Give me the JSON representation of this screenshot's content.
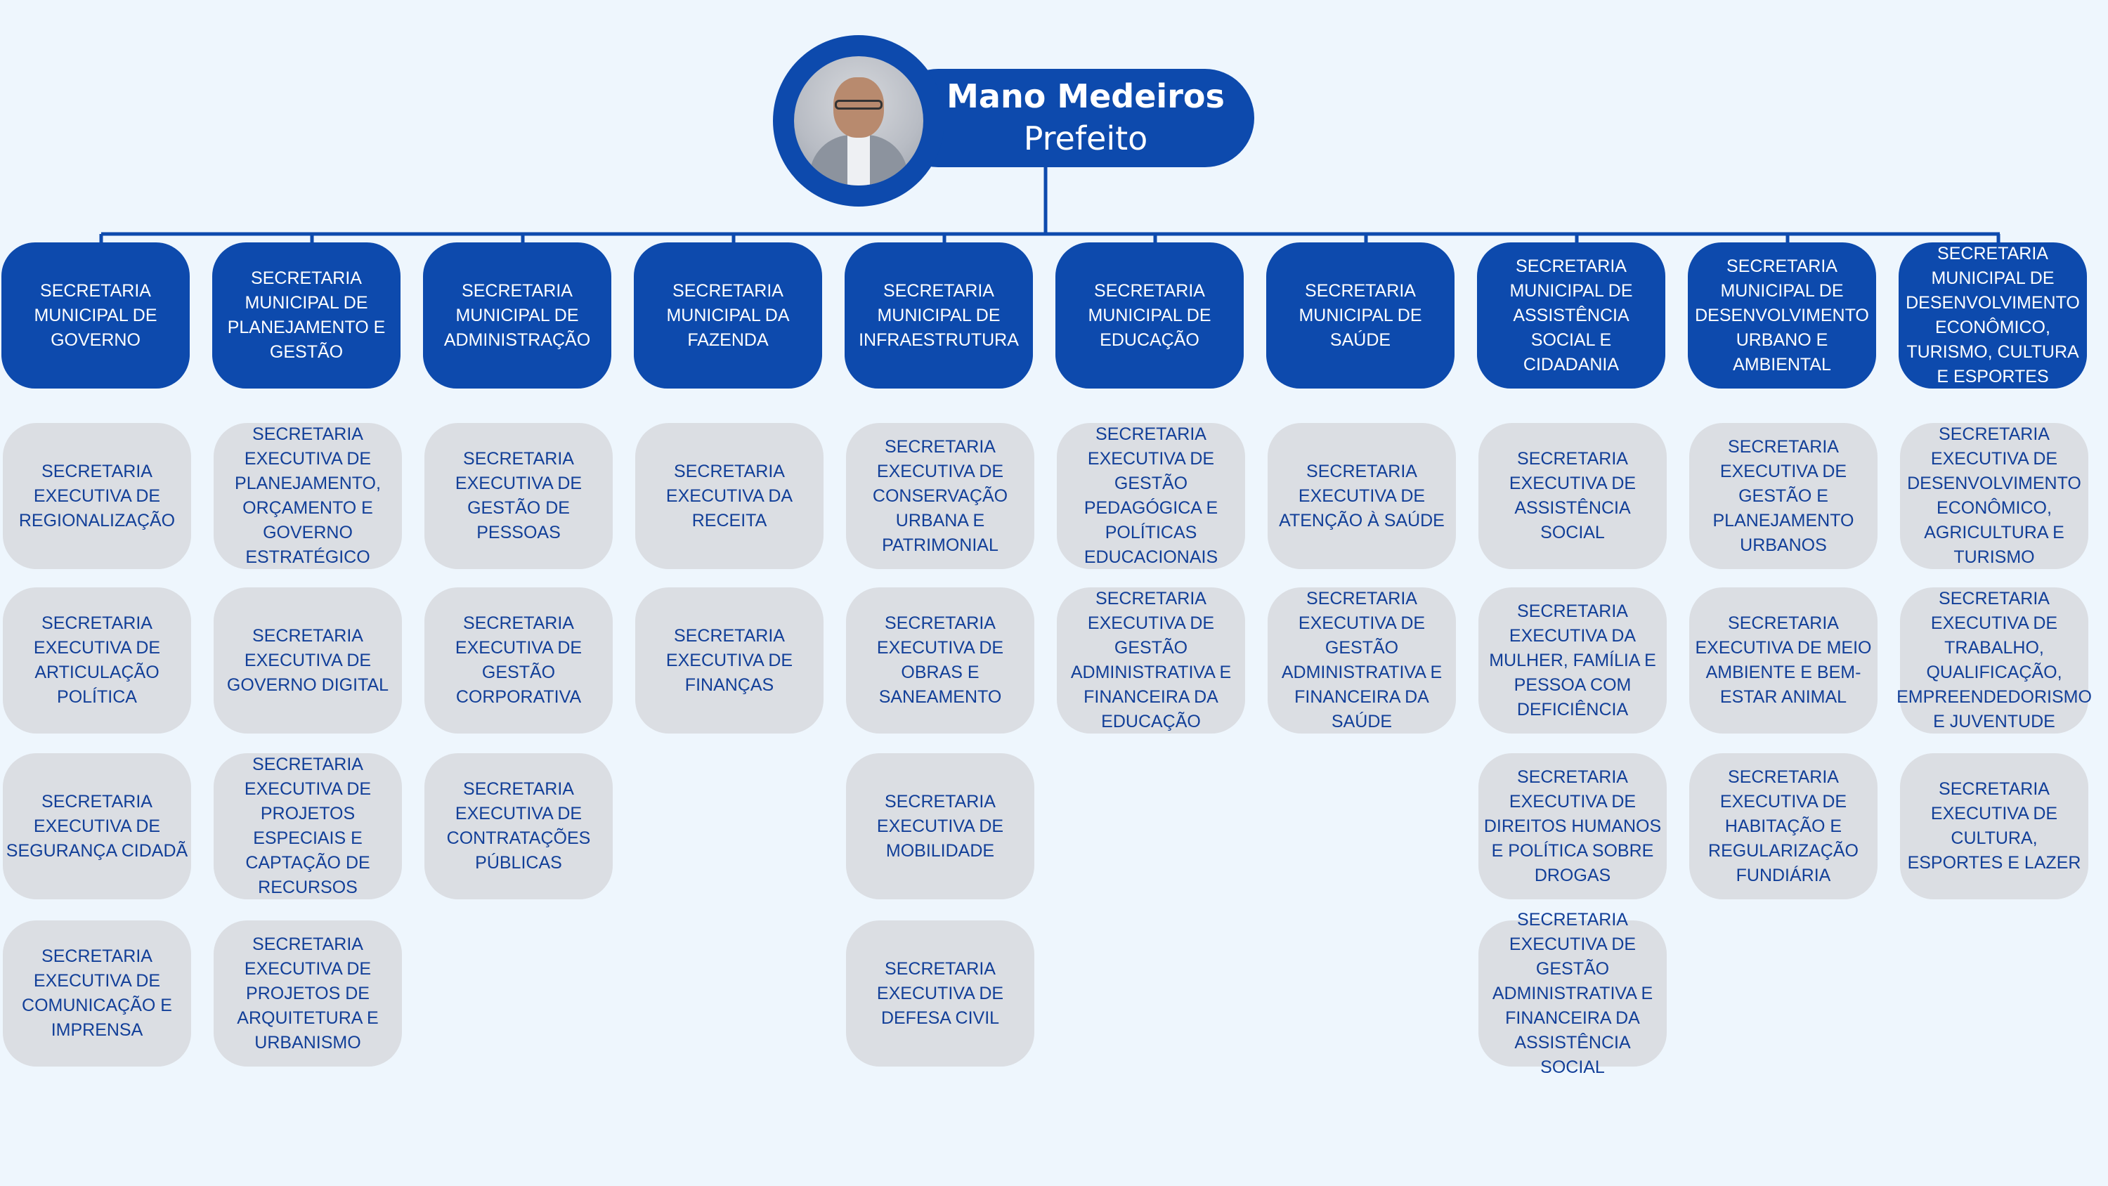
{
  "mayor": {
    "name": "Mano Medeiros",
    "title": "Prefeito"
  },
  "colors": {
    "primary": "#0d4aad",
    "sub_box": "#dbdee3",
    "sub_text": "#123f98",
    "background": "#eef6fd",
    "connector": "#0d4aad"
  },
  "columns": [
    {
      "secretariat": "SECRETARIA MUNICIPAL DE GOVERNO",
      "subs": [
        "SECRETARIA EXECUTIVA DE REGIONALIZAÇÃO",
        "SECRETARIA EXECUTIVA DE ARTICULAÇÃO POLÍTICA",
        "SECRETARIA EXECUTIVA DE SEGURANÇA CIDADÃ",
        "SECRETARIA EXECUTIVA DE COMUNICAÇÃO E IMPRENSA"
      ]
    },
    {
      "secretariat": "SECRETARIA MUNICIPAL DE PLANEJAMENTO E GESTÃO",
      "subs": [
        "SECRETARIA EXECUTIVA DE PLANEJAMENTO, ORÇAMENTO E GOVERNO ESTRATÉGICO",
        "SECRETARIA EXECUTIVA DE GOVERNO DIGITAL",
        "SECRETARIA EXECUTIVA DE PROJETOS ESPECIAIS E CAPTAÇÃO DE RECURSOS",
        "SECRETARIA EXECUTIVA DE PROJETOS DE ARQUITETURA E URBANISMO"
      ]
    },
    {
      "secretariat": "SECRETARIA MUNICIPAL DE ADMINISTRAÇÃO",
      "subs": [
        "SECRETARIA EXECUTIVA DE GESTÃO DE PESSOAS",
        "SECRETARIA EXECUTIVA DE GESTÃO CORPORATIVA",
        "SECRETARIA EXECUTIVA DE CONTRATAÇÕES PÚBLICAS"
      ]
    },
    {
      "secretariat": "SECRETARIA MUNICIPAL DA FAZENDA",
      "subs": [
        "SECRETARIA EXECUTIVA DA RECEITA",
        "SECRETARIA EXECUTIVA DE FINANÇAS"
      ]
    },
    {
      "secretariat": "SECRETARIA MUNICIPAL DE INFRAESTRUTURA",
      "subs": [
        "SECRETARIA EXECUTIVA DE CONSERVAÇÃO URBANA E PATRIMONIAL",
        "SECRETARIA EXECUTIVA DE OBRAS E SANEAMENTO",
        "SECRETARIA EXECUTIVA DE MOBILIDADE",
        "SECRETARIA EXECUTIVA DE DEFESA CIVIL"
      ]
    },
    {
      "secretariat": "SECRETARIA MUNICIPAL DE EDUCAÇÃO",
      "subs": [
        "SECRETARIA EXECUTIVA DE GESTÃO PEDAGÓGICA E POLÍTICAS EDUCACIONAIS",
        "SECRETARIA EXECUTIVA DE GESTÃO ADMINISTRATIVA E FINANCEIRA DA EDUCAÇÃO"
      ]
    },
    {
      "secretariat": "SECRETARIA MUNICIPAL DE SAÚDE",
      "subs": [
        "SECRETARIA EXECUTIVA DE ATENÇÃO À SAÚDE",
        "SECRETARIA EXECUTIVA DE GESTÃO ADMINISTRATIVA E FINANCEIRA DA SAÚDE"
      ]
    },
    {
      "secretariat": "SECRETARIA MUNICIPAL DE ASSISTÊNCIA SOCIAL E CIDADANIA",
      "subs": [
        "SECRETARIA EXECUTIVA DE ASSISTÊNCIA SOCIAL",
        "SECRETARIA EXECUTIVA DA MULHER, FAMÍLIA E PESSOA COM DEFICIÊNCIA",
        "SECRETARIA EXECUTIVA DE DIREITOS HUMANOS E POLÍTICA SOBRE DROGAS",
        "SECRETARIA EXECUTIVA DE GESTÃO ADMINISTRATIVA E FINANCEIRA DA ASSISTÊNCIA SOCIAL"
      ]
    },
    {
      "secretariat": "SECRETARIA MUNICIPAL DE DESENVOLVIMENTO URBANO E AMBIENTAL",
      "subs": [
        "SECRETARIA EXECUTIVA DE GESTÃO E PLANEJAMENTO URBANOS",
        "SECRETARIA EXECUTIVA DE MEIO AMBIENTE E BEM-ESTAR ANIMAL",
        "SECRETARIA EXECUTIVA DE HABITAÇÃO E REGULARIZAÇÃO FUNDIÁRIA"
      ]
    },
    {
      "secretariat": "SECRETARIA MUNICIPAL DE DESENVOLVIMENTO ECONÔMICO, TURISMO, CULTURA E ESPORTES",
      "subs": [
        "SECRETARIA EXECUTIVA DE DESENVOLVIMENTO ECONÔMICO, AGRICULTURA E TURISMO",
        "SECRETARIA EXECUTIVA DE TRABALHO, QUALIFICAÇÃO, EMPREENDEDORISMO E JUVENTUDE",
        "SECRETARIA EXECUTIVA DE CULTURA, ESPORTES E LAZER"
      ]
    }
  ]
}
